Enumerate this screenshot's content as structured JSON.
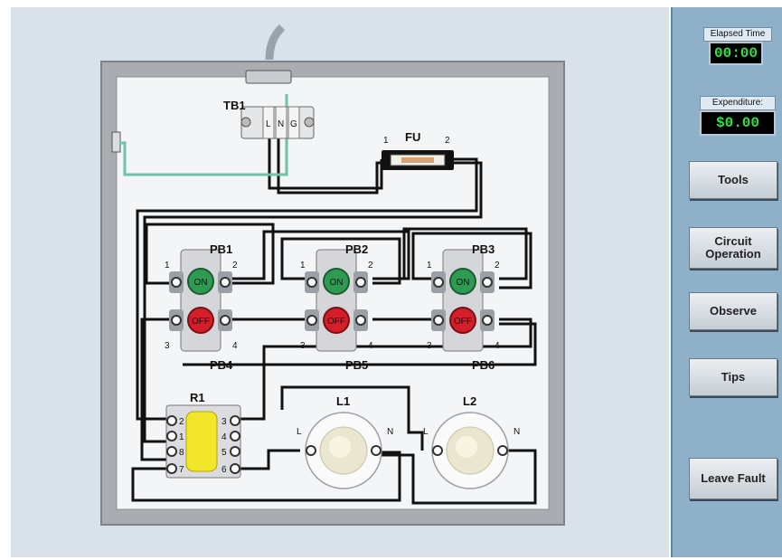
{
  "sidebar": {
    "elapsed_label": "Elapsed Time",
    "elapsed_value": "00:00",
    "expenditure_label": "Expenditure:",
    "expenditure_value": "$0.00",
    "buttons": [
      {
        "label": "Tools"
      },
      {
        "label": "Circuit Operation"
      },
      {
        "label": "Observe"
      },
      {
        "label": "Tips"
      },
      {
        "label": "Leave Fault"
      }
    ]
  },
  "panel": {
    "tb1": {
      "label": "TB1",
      "terminals": [
        "L",
        "N",
        "G"
      ]
    },
    "fuse": {
      "label": "FU",
      "left_terminal": "1",
      "right_terminal": "2"
    },
    "pushbuttons": [
      {
        "top": "PB1",
        "bottom": "PB4",
        "on_text": "ON",
        "off_text": "OFF",
        "t1": "1",
        "t2": "2",
        "t3": "3",
        "t4": "4"
      },
      {
        "top": "PB2",
        "bottom": "PB5",
        "on_text": "ON",
        "off_text": "OFF",
        "t1": "1",
        "t2": "2",
        "t3": "3",
        "t4": "4"
      },
      {
        "top": "PB3",
        "bottom": "PB6",
        "on_text": "ON",
        "off_text": "OFF",
        "t1": "1",
        "t2": "2",
        "t3": "3",
        "t4": "4"
      }
    ],
    "relay": {
      "label": "R1",
      "left_terminals": [
        "2",
        "1",
        "8",
        "7"
      ],
      "right_terminals": [
        "3",
        "4",
        "5",
        "6"
      ]
    },
    "lamps": [
      {
        "label": "L1",
        "left": "L",
        "right": "N"
      },
      {
        "label": "L2",
        "left": "L",
        "right": "N"
      }
    ]
  }
}
